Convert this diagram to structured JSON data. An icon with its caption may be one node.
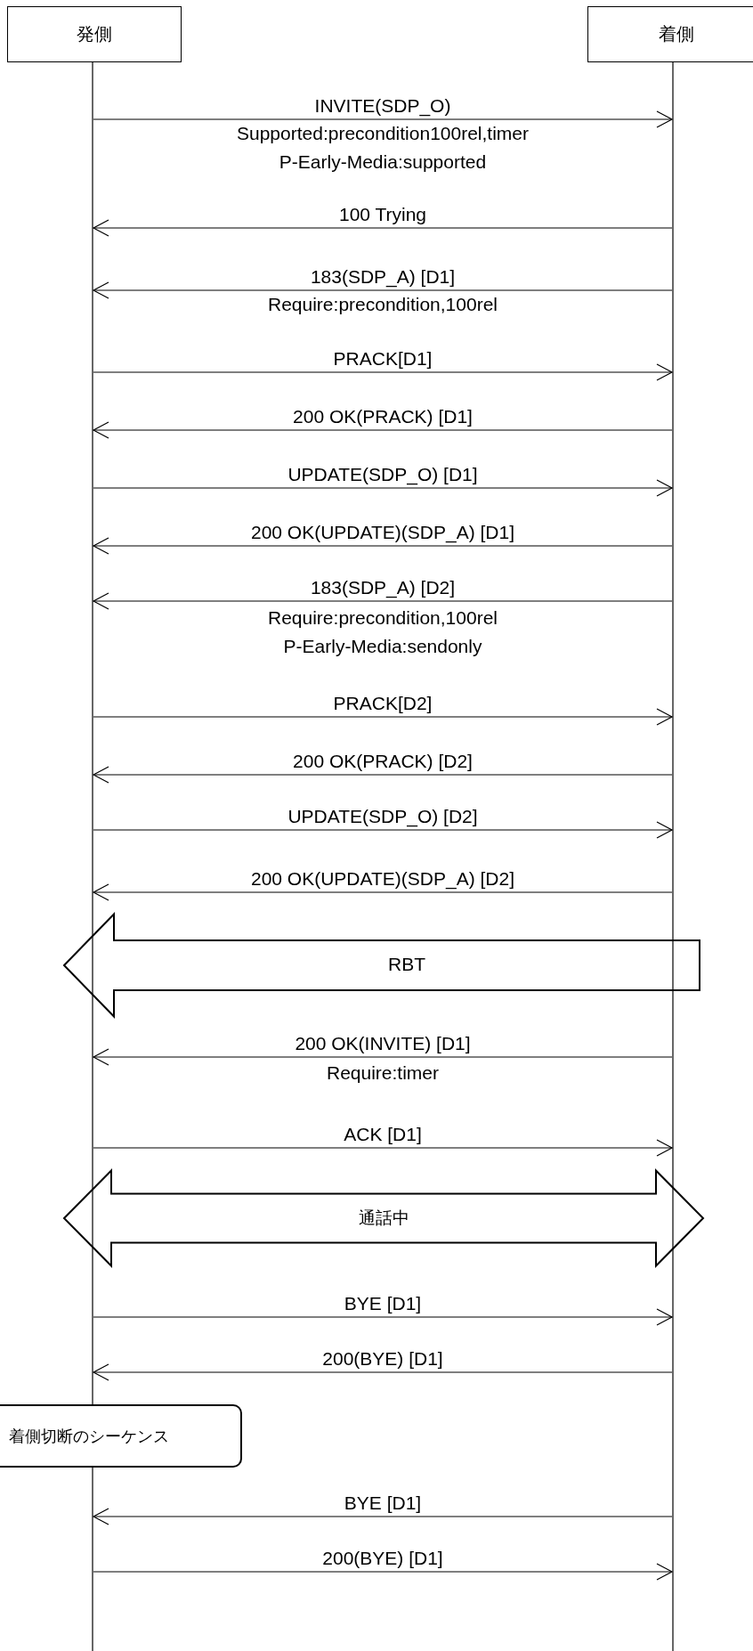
{
  "diagram": {
    "nodes": [
      {
        "text": [
          "発側"
        ]
      },
      {
        "text": [
          "着側"
        ]
      },
      {
        "text": [
          "着側切断のシーケンス"
        ]
      }
    ],
    "edges": [
      {
        "from": 0,
        "to": 1,
        "arrow": "to",
        "label": "INVITE(SDP_O)"
      },
      {
        "from": 1,
        "to": 0,
        "arrow": "to",
        "label": "100 Trying"
      },
      {
        "from": 1,
        "to": 0,
        "arrow": "to",
        "label": "183(SDP_A) [D1]"
      },
      {
        "from": 0,
        "to": 1,
        "arrow": "to",
        "label": "PRACK[D1]"
      },
      {
        "from": 1,
        "to": 0,
        "arrow": "to",
        "label": "200 OK(PRACK) [D1]"
      },
      {
        "from": 0,
        "to": 1,
        "arrow": "to",
        "label": "UPDATE(SDP_O) [D1]"
      },
      {
        "from": 1,
        "to": 0,
        "arrow": "to",
        "label": "200 OK(UPDATE)(SDP_A) [D1]"
      },
      {
        "from": 1,
        "to": 0,
        "arrow": "to",
        "label": "183(SDP_A) [D2]"
      },
      {
        "from": 0,
        "to": 1,
        "arrow": "to",
        "label": "PRACK[D2]"
      },
      {
        "from": 1,
        "to": 0,
        "arrow": "to",
        "label": "200 OK(PRACK) [D2]"
      },
      {
        "from": 0,
        "to": 1,
        "arrow": "to",
        "label": "UPDATE(SDP_O) [D2]"
      },
      {
        "from": 1,
        "to": 0,
        "arrow": "to",
        "label": "200 OK(UPDATE)(SDP_A) [D2]"
      },
      {
        "from": 1,
        "to": 0,
        "arrow": "to",
        "label": "RBT",
        "style": "thick"
      },
      {
        "from": 1,
        "to": 0,
        "arrow": "to",
        "label": "200 OK(INVITE) [D1]"
      },
      {
        "from": 0,
        "to": 1,
        "arrow": "to",
        "label": "ACK [D1]"
      },
      {
        "from": 0,
        "to": 1,
        "arrow": "both",
        "label": "通話中",
        "style": "thick"
      },
      {
        "from": 0,
        "to": 1,
        "arrow": "to",
        "label": "BYE [D1]"
      },
      {
        "from": 1,
        "to": 0,
        "arrow": "to",
        "label": "200(BYE) [D1]"
      },
      {
        "from": 1,
        "to": 0,
        "arrow": "to",
        "label": "BYE [D1]"
      },
      {
        "from": 0,
        "to": 1,
        "arrow": "to",
        "label": "200(BYE) [D1]"
      }
    ],
    "labels": [
      "Supported:precondition100rel,timer",
      "P-Early-Media:supported",
      "Require:precondition,100rel",
      "Require:precondition,100rel",
      "P-Early-Media:sendonly",
      "Require:timer"
    ]
  }
}
